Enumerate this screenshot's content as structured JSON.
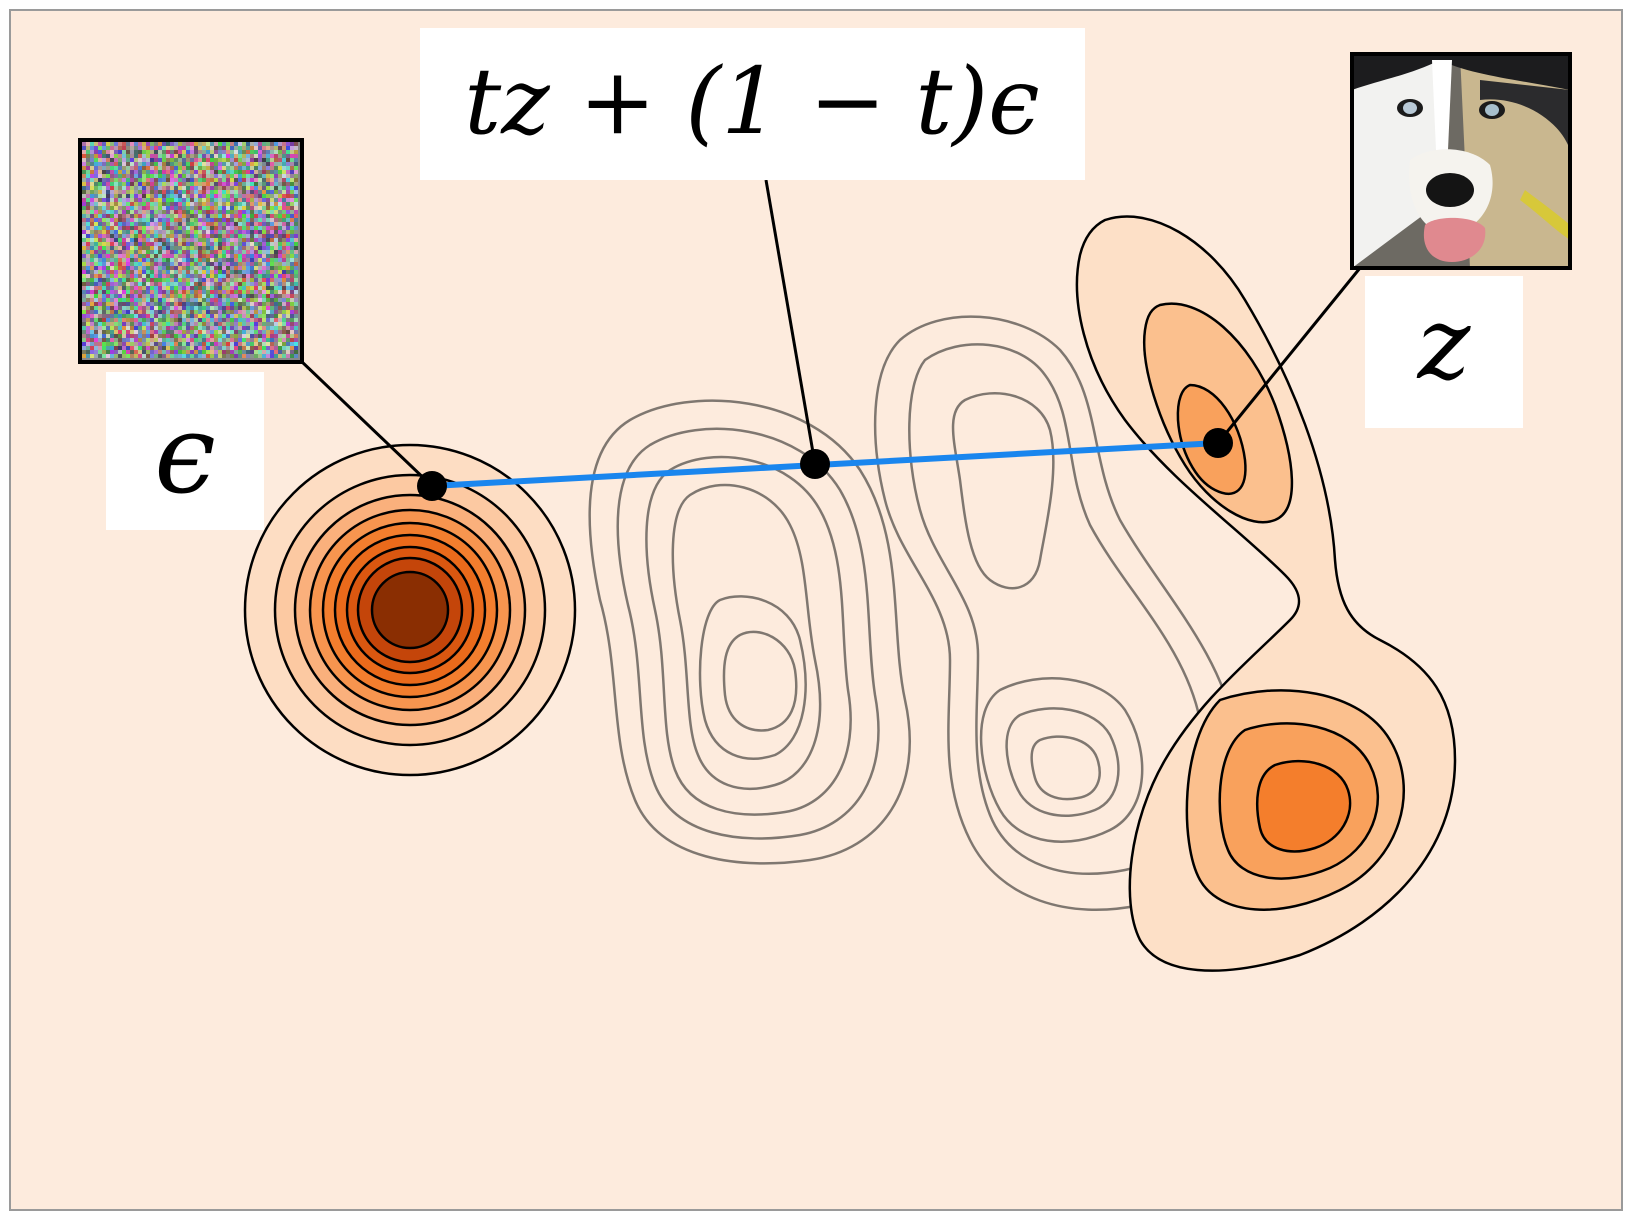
{
  "labels": {
    "formula": "tz + (1 − t)ϵ",
    "noise": "ϵ",
    "data": "z"
  },
  "images": {
    "noise_thumbnail": "noise-image",
    "data_thumbnail": "husky-dog-photo"
  },
  "colors": {
    "background": "#fdebdd",
    "path_line": "#1a86ee",
    "faint_contour": "#7f7770",
    "noise_shades": [
      "#fdddc3",
      "#fcc9a2",
      "#fab07c",
      "#f7954f",
      "#f37e2e",
      "#ea6a1b",
      "#da5710",
      "#c4450a",
      "#8a2e02"
    ],
    "target_shades": [
      "#fde0c7",
      "#fbc08e",
      "#f9a15c",
      "#f47e2c"
    ]
  }
}
